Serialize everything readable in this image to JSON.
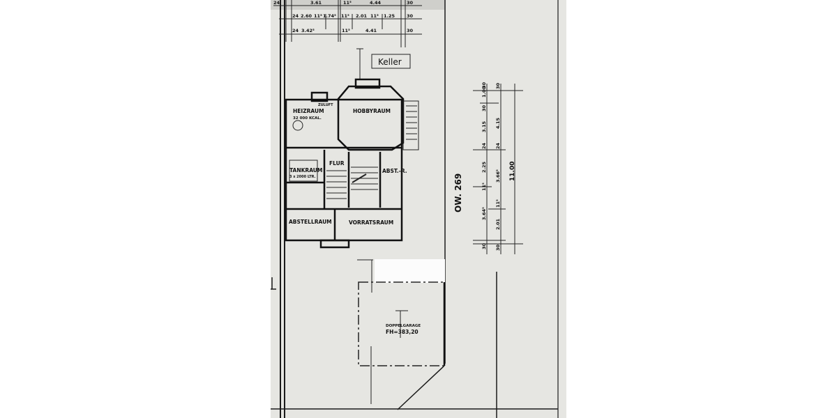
{
  "title": "Keller",
  "street_label": "OW. 269",
  "rooms": {
    "heizraum": "HEIZRAUM",
    "heizraum_note": "32 000 KCAL.",
    "zuluft": "ZULUFT",
    "hobbyraum": "HOBBYRAUM",
    "tankraum": "TANKRAUM",
    "tankraum_note": "3 x 2000 LTR.",
    "flur": "FLUR",
    "abst_r": "ABST.-R.",
    "abstellraum": "ABSTELLRAUM",
    "vorratsraum": "VORRATSRAUM",
    "garage": "DOPPELGARAGE",
    "garage_level": "FH=383,20"
  },
  "dimensions_top": {
    "row1": [
      "24",
      "3.61",
      "11⁵",
      "4.44",
      "30"
    ],
    "row2": [
      "24",
      "2.60",
      "11⁵",
      "1.74⁵",
      "11⁵",
      "2.01",
      "11⁵",
      "1.25",
      "30"
    ],
    "row3": [
      "24",
      "3.42⁵",
      "11⁵",
      "4.41",
      "30"
    ]
  },
  "dimensions_right": {
    "inner": [
      "30",
      "1.00",
      "30",
      "3.15",
      "24",
      "2.25",
      "11⁵",
      "3.64⁵",
      "30"
    ],
    "middle": [
      "30",
      "4.15",
      "24",
      "3.66⁵",
      "11⁵",
      "2.01",
      "30"
    ],
    "overall": "11.00"
  },
  "colors": {
    "paper": "#e6e6e2",
    "ink": "#111111"
  }
}
